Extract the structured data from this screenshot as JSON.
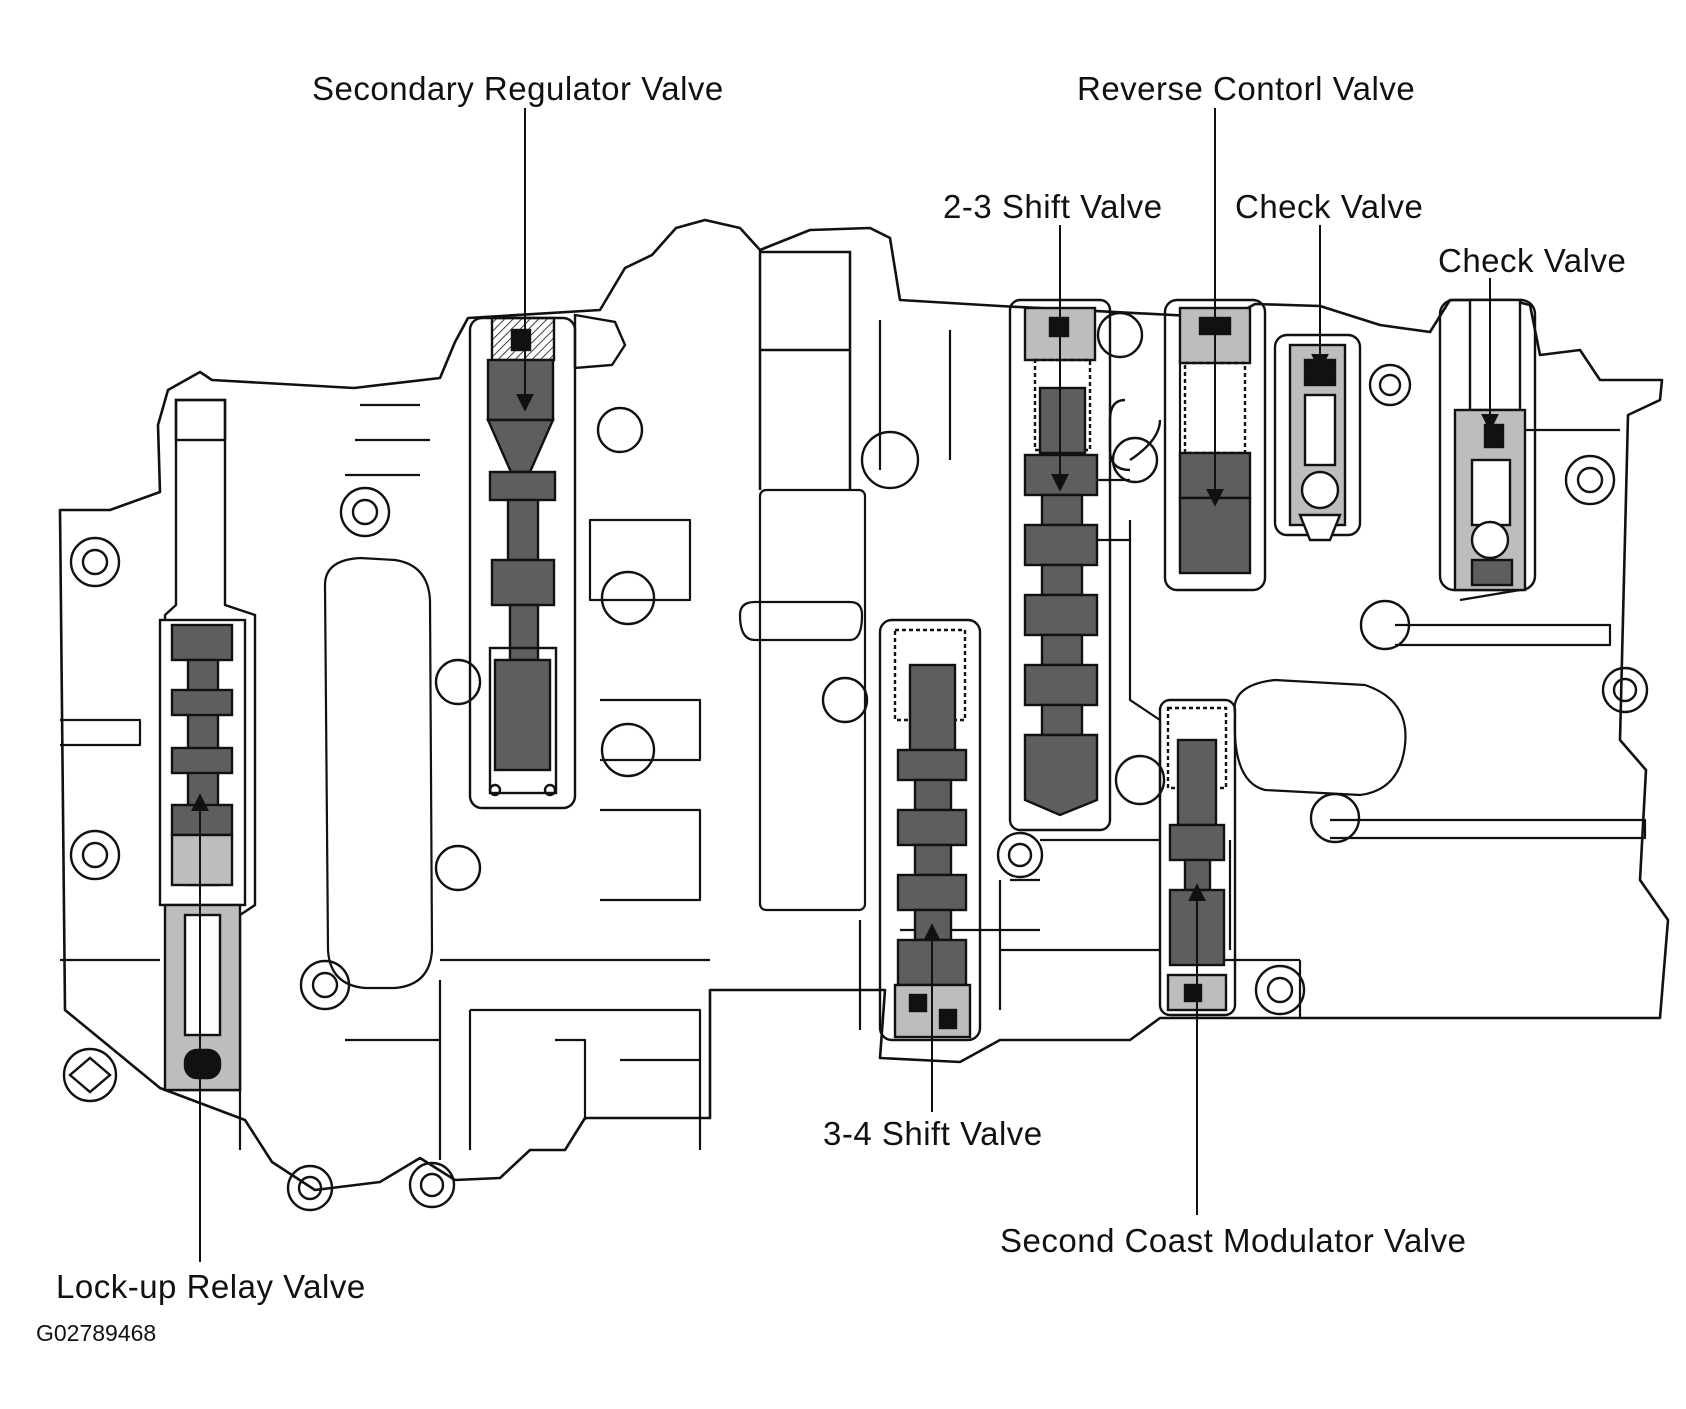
{
  "labels": {
    "secondary_regulator": "Secondary Regulator Valve",
    "reverse_control": "Reverse Contorl Valve",
    "shift_2_3": "2-3 Shift Valve",
    "check_valve_1": "Check Valve",
    "check_valve_2": "Check Valve",
    "shift_3_4": "3-4 Shift Valve",
    "second_coast": "Second Coast Modulator Valve",
    "lockup_relay": "Lock-up Relay Valve"
  },
  "figure_code": "G02789468",
  "colors": {
    "line": "#111111",
    "valve_fill": "#5e5e5e",
    "valve_light": "#bdbdbd",
    "background": "#ffffff"
  }
}
